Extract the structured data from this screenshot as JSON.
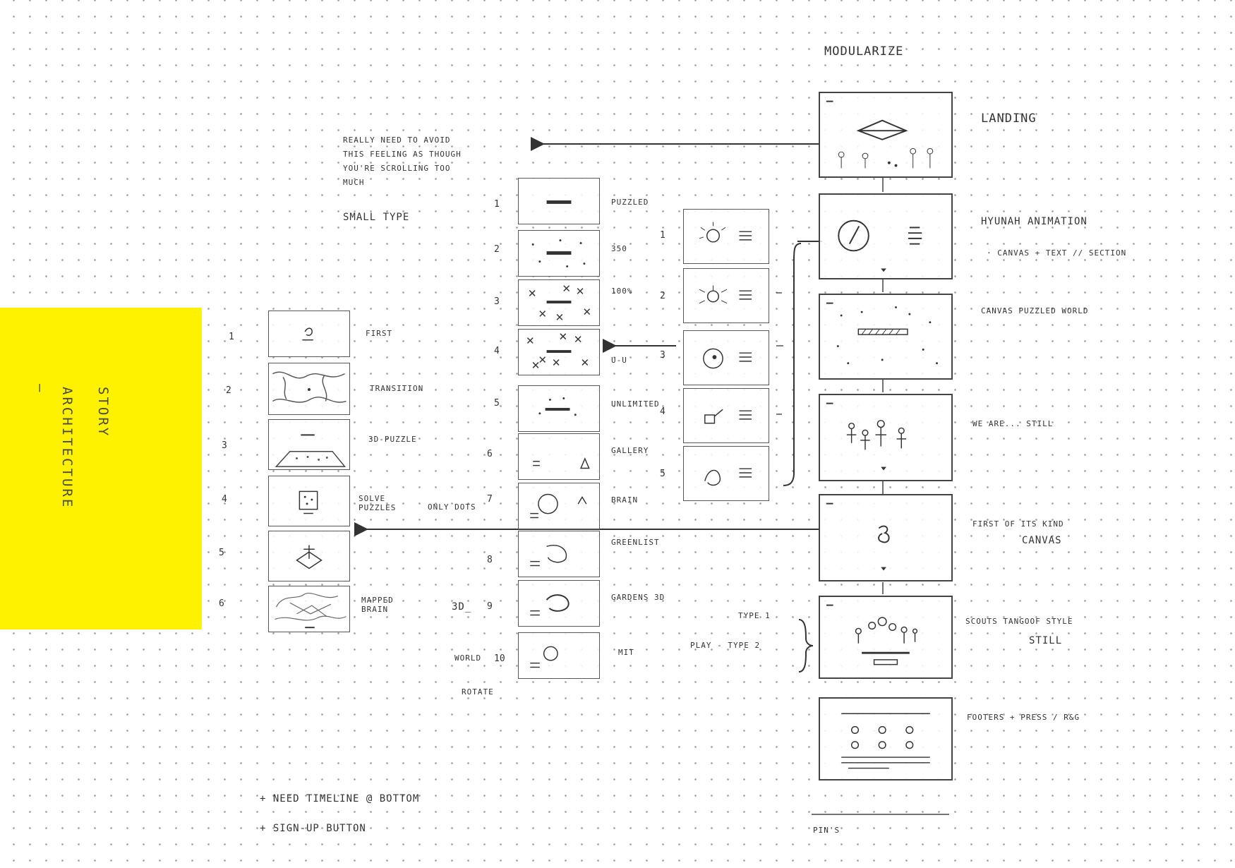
{
  "header": {
    "title": "MODULARIZE"
  },
  "notes": {
    "top_left": [
      "REALLY NEED TO AVOID",
      "THIS FEELING AS THOUGH",
      "YOU'RE SCROLLING TOO",
      "MUCH"
    ],
    "small_type": "SMALL TYPE",
    "bottom_1": "+ NEED TIMELINE @ BOTTOM",
    "bottom_2": "+ SIGN-UP BUTTON",
    "only_dots": "ONLY DOTS",
    "pins": "PIN'S"
  },
  "sticky_note": {
    "line1": "STORY",
    "line2": "ARCHITECTURE",
    "mark": "—",
    "color": "#fff200"
  },
  "main_flow": [
    {
      "label": "LANDING"
    },
    {
      "label": "HYUNAH ANIMATION",
      "sub": "· CANVAS + TEXT // SECTION"
    },
    {
      "label": "CANVAS PUZZLED WORLD"
    },
    {
      "label": "WE ARE... STILL"
    },
    {
      "label": "FIRST OF ITS KIND",
      "extra": "CANVAS"
    },
    {
      "label": "SCOUTS TANGOOF STYLE",
      "extra": "STILL",
      "left_1": "TYPE 1",
      "left_2": "PLAY - TYPE 2"
    },
    {
      "label": "FOOTERS + PRESS / R&G"
    }
  ],
  "animation_sub": {
    "numbers": [
      "1",
      "2",
      "3",
      "4",
      "5"
    ]
  },
  "puzzle_column": {
    "numbers": [
      "1",
      "2",
      "3",
      "4",
      "5",
      "6",
      "7",
      "8",
      "9",
      "10"
    ],
    "labels": [
      "PUZZLED",
      "350",
      "100%",
      "U-U",
      "UNLIMITED",
      "GALLERY",
      "BRAIN",
      "GREENLIST",
      "GARDENS 3D",
      "MIT"
    ],
    "left_3d": "3D_",
    "left_world": "WORLD",
    "left_rotate": "ROTATE"
  },
  "story_column": {
    "numbers": [
      "1",
      "2",
      "3",
      "4",
      "5",
      "6"
    ],
    "labels": [
      "FIRST",
      "TRANSITION",
      "3D-PUZZLE",
      "SOLVE PUZZLES",
      "",
      "MAPPED BRAIN"
    ]
  }
}
